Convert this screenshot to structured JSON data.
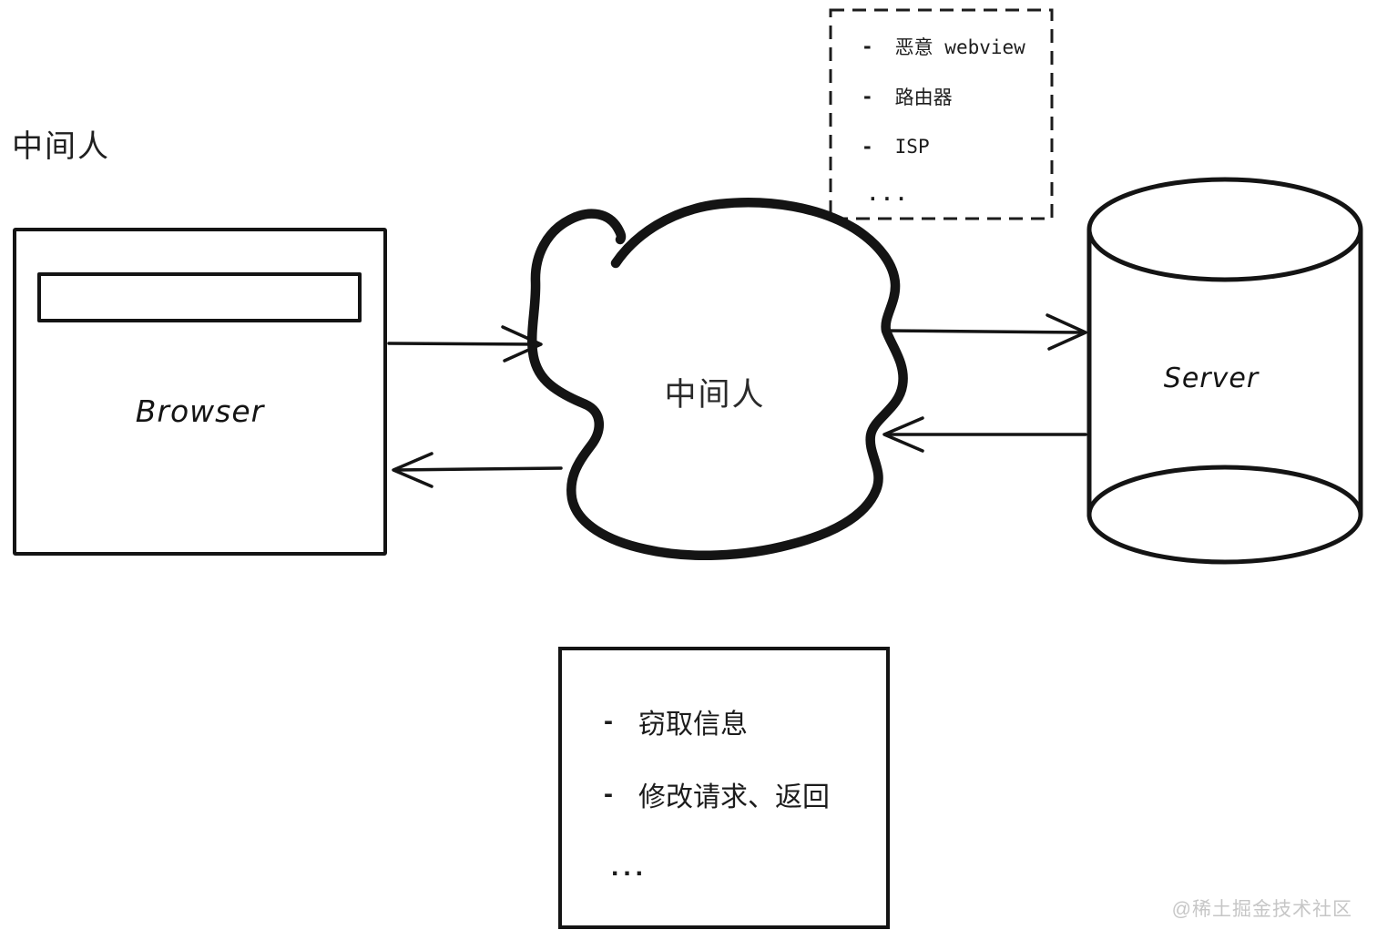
{
  "page": {
    "title": "中间人",
    "watermark": "@稀土掘金技术社区"
  },
  "colors": {
    "ink": "#141414",
    "watermark": "#c6c6c6",
    "background": "#ffffff"
  },
  "browser": {
    "label": "Browser"
  },
  "mitm_cloud": {
    "label": "中间人"
  },
  "server": {
    "label": "Server"
  },
  "attack_vectors": {
    "bullet": "-",
    "items": [
      "恶意 webview",
      "路由器",
      "ISP"
    ],
    "more": "..."
  },
  "attack_actions": {
    "bullet": "-",
    "items": [
      "窃取信息",
      "修改请求、返回"
    ],
    "more": "..."
  }
}
